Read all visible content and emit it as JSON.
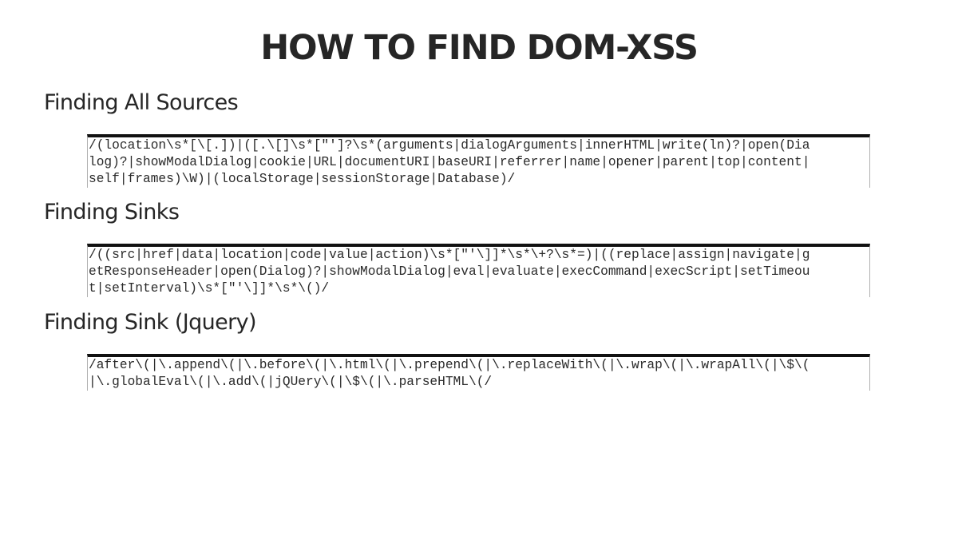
{
  "title": "HOW TO FIND DOM-XSS",
  "sections": [
    {
      "heading": "Finding All Sources",
      "code_lines": [
        "/(location\\s*[\\[.])|([.\\[]\\s*[\"']?\\s*(arguments|dialogArguments|innerHTML|write(ln)?|open(Dia",
        "log)?|showModalDialog|cookie|URL|documentURI|baseURI|referrer|name|opener|parent|top|content|",
        "self|frames)\\W)|(localStorage|sessionStorage|Database)/"
      ]
    },
    {
      "heading": "Finding Sinks",
      "code_lines": [
        "/((src|href|data|location|code|value|action)\\s*[\"'\\]]*\\s*\\+?\\s*=)|((replace|assign|navigate|g",
        "etResponseHeader|open(Dialog)?|showModalDialog|eval|evaluate|execCommand|execScript|setTimeou",
        "t|setInterval)\\s*[\"'\\]]*\\s*\\()/"
      ]
    },
    {
      "heading": "Finding Sink (Jquery)",
      "code_lines": [
        "/after\\(|\\.append\\(|\\.before\\(|\\.html\\(|\\.prepend\\(|\\.replaceWith\\(|\\.wrap\\(|\\.wrapAll\\(|\\$\\(",
        "|\\.globalEval\\(|\\.add\\(|jQUery\\(|\\$\\(|\\.parseHTML\\(/"
      ]
    }
  ]
}
